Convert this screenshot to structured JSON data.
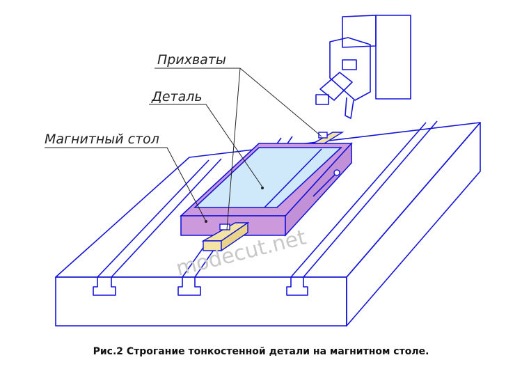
{
  "labels": {
    "clamps": "Прихваты",
    "part": "Деталь",
    "magnetic_table": "Магнитный стол"
  },
  "watermark": "modecut.net",
  "caption": "Рис.2 Строгание тонкостенной детали на магнитном столе.",
  "colors": {
    "line": "#1414d8",
    "magnetic_table_fill": "#cc99dd",
    "part_fill": "#cfe9fb",
    "clamp_fill": "#f3e3a4"
  }
}
